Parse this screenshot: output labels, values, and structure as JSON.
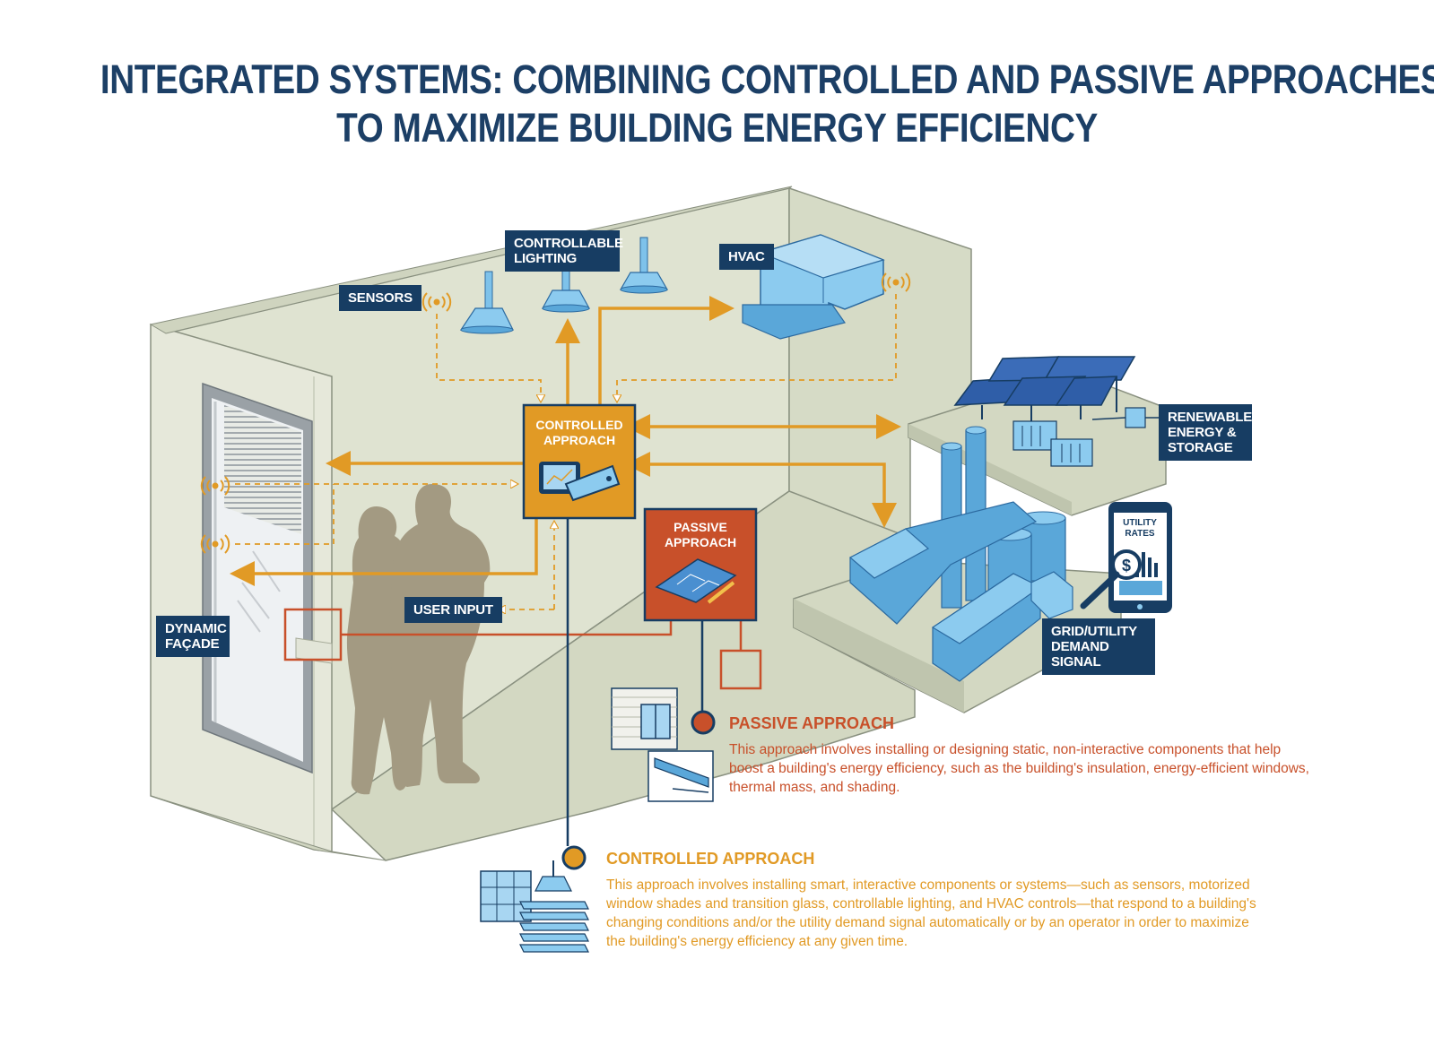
{
  "title": {
    "line1": "INTEGRATED SYSTEMS: COMBINING CONTROLLED AND PASSIVE APPROACHES",
    "line2": "TO MAXIMIZE BUILDING ENERGY EFFICIENCY"
  },
  "labels": {
    "sensors": "SENSORS",
    "controllable_lighting": "CONTROLLABLE LIGHTING",
    "hvac": "HVAC",
    "renewable": "RENEWABLE ENERGY & STORAGE",
    "user_input": "USER INPUT",
    "dynamic_facade": "DYNAMIC FAÇADE",
    "grid_utility": "GRID/UTILITY DEMAND SIGNAL",
    "utility_rates": "UTILITY RATES"
  },
  "hubs": {
    "controlled": "CONTROLLED APPROACH",
    "passive": "PASSIVE APPROACH"
  },
  "legend": {
    "passive": {
      "heading": "PASSIVE APPROACH",
      "text": "This approach involves installing or designing static, non-interactive components that help boost a building's energy efficiency, such as the building's insulation, energy-efficient windows, thermal mass, and shading."
    },
    "controlled": {
      "heading": "CONTROLLED APPROACH",
      "text": "This approach involves installing smart, interactive components or systems—such as sensors, motorized window shades and transition glass, controllable lighting, and HVAC controls—that respond to a building's changing conditions and/or the utility demand signal automatically or by an operator in order to maximize the building's energy efficiency at any given time."
    }
  },
  "colors": {
    "navy": "#173d63",
    "controlled_orange": "#e19a25",
    "passive_red": "#c8502a",
    "wall": "#dfe3d1",
    "floor": "#d3d8c2",
    "equipment_blue": "#6bb6e6",
    "silhouette": "#a39a82"
  },
  "icons": [
    "lamp-icon",
    "wifi-signal-icon",
    "hvac-duct-icon",
    "solar-panel-icon",
    "battery-icon",
    "power-plant-icon",
    "tablet-icon",
    "magnifier-dollar-icon",
    "blueprint-icon",
    "window-icon",
    "shade-blinds-icon"
  ]
}
